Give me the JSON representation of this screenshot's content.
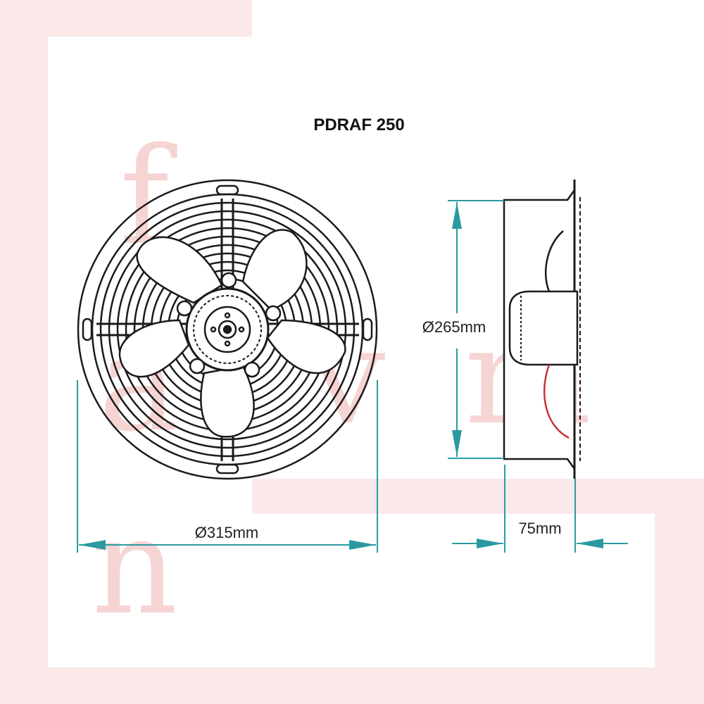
{
  "title": "PDRAF 250",
  "dimensions": {
    "front_diameter": "Ø315mm",
    "side_diameter": "Ø265mm",
    "depth": "75mm"
  },
  "watermark": {
    "letters": [
      "f",
      "a",
      "n",
      "v",
      "m"
    ]
  },
  "colors": {
    "dimension_line": "#2a9aa0",
    "drawing_line": "#1a1a1a",
    "watermark": "#f6d4d4",
    "accent_red": "#c83232"
  }
}
